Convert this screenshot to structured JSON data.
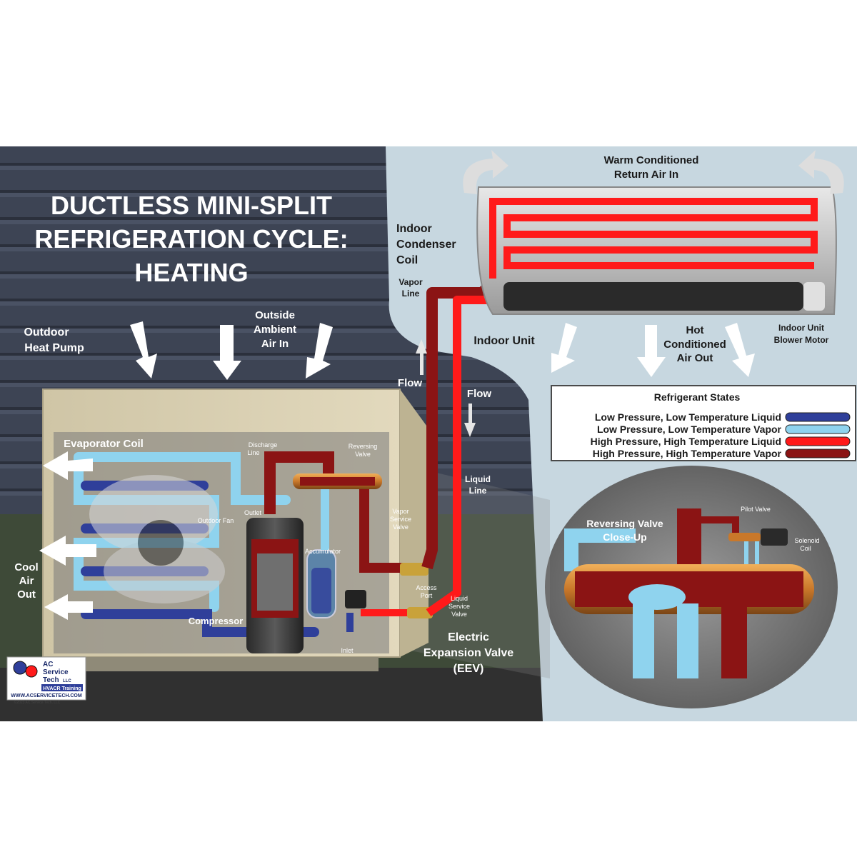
{
  "title": {
    "lines": [
      "DUCTLESS MINI-SPLIT",
      "REFRIGERATION CYCLE:",
      "HEATING"
    ]
  },
  "labels": {
    "outdoor_heat_pump": [
      "Outdoor",
      "Heat Pump"
    ],
    "outside_ambient_air_in": [
      "Outside",
      "Ambient",
      "Air In"
    ],
    "warm_return_air": [
      "Warm Conditioned",
      "Return Air In"
    ],
    "indoor_condenser_coil": [
      "Indoor",
      "Condenser",
      "Coil"
    ],
    "vapor_line": [
      "Vapor",
      "Line"
    ],
    "indoor_unit": "Indoor Unit",
    "hot_conditioned_air_out": [
      "Hot",
      "Conditioned",
      "Air Out"
    ],
    "indoor_unit_blower_motor": [
      "Indoor Unit",
      "Blower Motor"
    ],
    "flow_up": "Flow",
    "flow_down": "Flow",
    "liquid_line": [
      "Liquid",
      "Line"
    ],
    "evaporator_coil": "Evaporator Coil",
    "discharge_line": [
      "Discharge",
      "Line"
    ],
    "reversing_valve": [
      "Reversing",
      "Valve"
    ],
    "outlet": "Outlet",
    "outdoor_fan": "Outdoor Fan",
    "accumulator": "Accumulator",
    "vapor_service_valve": [
      "Vapor",
      "Service",
      "Valve"
    ],
    "access_port": [
      "Access",
      "Port"
    ],
    "liquid_service_valve": [
      "Liquid",
      "Service",
      "Valve"
    ],
    "cool_air_out": [
      "Cool",
      "Air",
      "Out"
    ],
    "compressor": "Compressor",
    "inlet": "Inlet",
    "eev": [
      "Electric",
      "Expansion Valve",
      "(EEV)"
    ],
    "reversing_valve_closeup": [
      "Reversing Valve",
      "Close-Up"
    ],
    "pilot_valve": "Pilot Valve",
    "solenoid_coil": [
      "Solenoid",
      "Coil"
    ]
  },
  "legend": {
    "title": "Refrigerant States",
    "items": [
      {
        "label": "Low Pressure, Low Temperature Liquid",
        "color": "#2f3f9a"
      },
      {
        "label": "Low Pressure, Low Temperature Vapor",
        "color": "#8fd3ee"
      },
      {
        "label": "High Pressure, High Temperature Liquid",
        "color": "#ff1a1a"
      },
      {
        "label": "High Pressure, High Temperature Vapor",
        "color": "#8b1414"
      }
    ]
  },
  "logo": {
    "lines": [
      "AC",
      "Service",
      "Tech",
      "LLC"
    ],
    "tagline": "HVACR Training",
    "website": "WWW.ACSERVICETECH.COM",
    "copyright": "©2023 AC Service Tech, LLC"
  },
  "colors": {
    "low_liquid": "#2f3f9a",
    "low_vapor": "#8fd3ee",
    "high_liquid": "#ff1a1a",
    "high_vapor": "#8b1414",
    "siding": "#3b4252",
    "indoor_bg": "#c9d9e2",
    "unit_cabinet": "#d8ceb0"
  }
}
